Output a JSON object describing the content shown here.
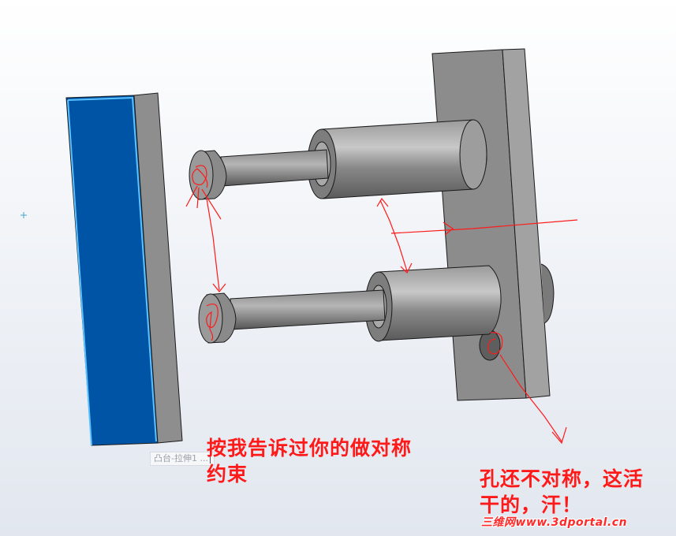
{
  "annotations": {
    "left_line1": "按我告诉过你的做对称",
    "left_line2": "约束",
    "right_line1": "孔还不对称，这活",
    "right_line2": "干的，汗！"
  },
  "tooltip": {
    "text": "凸台-拉伸1 ..."
  },
  "watermark": {
    "text": "三维网www.3dportal.cn"
  },
  "colors": {
    "plate_face": "#0054a6",
    "part_gray": "#8c8c8c",
    "sketch_red": "#ff1a1a"
  }
}
